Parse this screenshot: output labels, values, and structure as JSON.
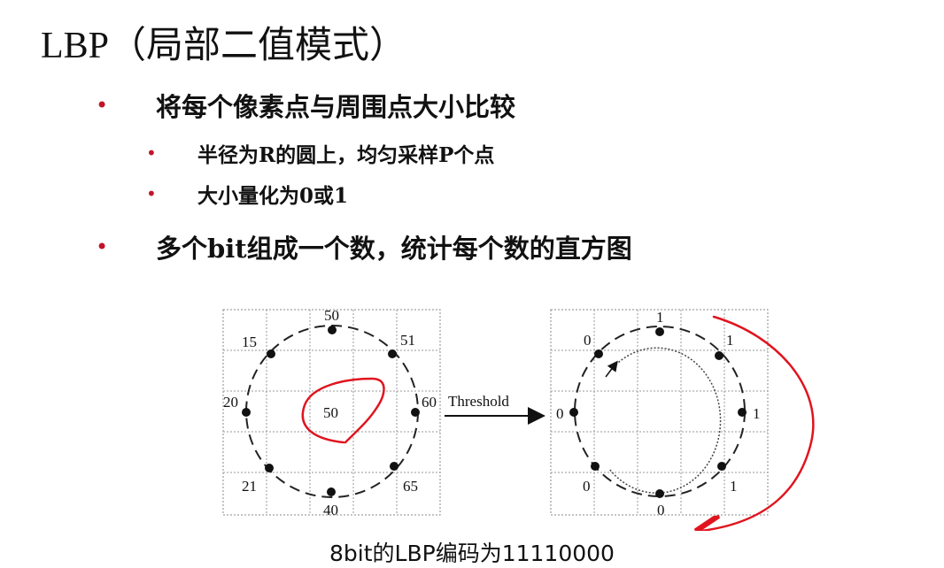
{
  "title": "LBP（局部二值模式）",
  "bullets": [
    {
      "text": "将每个像素点与周围点大小比较",
      "level": 1
    },
    {
      "text": "半径为R的圆上，均匀采样P个点",
      "level": 2
    },
    {
      "text": "大小量化为0或1",
      "level": 2
    },
    {
      "text": "多个bit组成一个数，统计每个数的直方图",
      "level": 1
    }
  ],
  "figure": {
    "left_grid": {
      "center": "50",
      "neighbors": {
        "top": "50",
        "top_right": "51",
        "right": "60",
        "bottom_right": "65",
        "bottom": "40",
        "bottom_left": "21",
        "left": "20",
        "top_left": "15"
      }
    },
    "arrow_label": "Threshold",
    "right_grid": {
      "neighbors": {
        "top": "1",
        "top_right": "1",
        "right": "1",
        "bottom_right": "1",
        "bottom": "0",
        "bottom_left": "0",
        "left": "0",
        "top_left": "0"
      }
    }
  },
  "caption": "8bit的LBP编码为11110000",
  "colors": {
    "bullet": "#c0152a",
    "annotation": "#e0141e"
  }
}
